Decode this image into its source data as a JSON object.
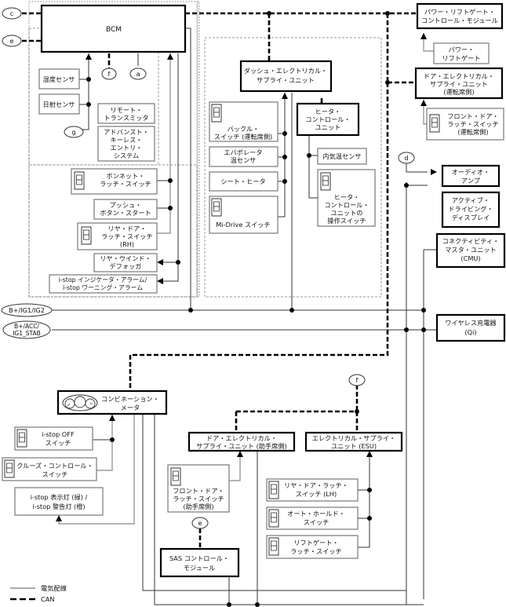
{
  "terminals": {
    "c": "c",
    "e": "e",
    "f": "f",
    "a": "a",
    "g": "g",
    "d": "d",
    "power1": "B+/IG1/IG2",
    "power2_l1": "B+/ACC/",
    "power2_l2": "IG1_STAB"
  },
  "bcm": {
    "label": "BCM"
  },
  "bcm_inputs": {
    "humidity_sensor": "湿度センサ",
    "solar_sensor": "日射センサ",
    "remote_transmitter": [
      "リモート・",
      "トランスミッタ"
    ],
    "advanced_keyless": [
      "アドバンスト・",
      "キーレス・",
      "エントリ・",
      "システム"
    ],
    "bonnet_latch": [
      "ボンネット・",
      "ラッチ・スイッチ"
    ],
    "push_button_start": [
      "プッシュ・",
      "ボタン・スタート"
    ],
    "rear_door_latch_rh": [
      "リヤ・ドア・",
      "ラッチ・スイッチ",
      "(RH)"
    ],
    "rear_defogger": [
      "リヤ・ウインド・",
      "デフォッガ"
    ],
    "istop_alarm": [
      "i-stop インジケータ・アラーム/",
      "i-stop ワーニング・アラーム"
    ]
  },
  "dash_unit": {
    "label": [
      "ダッシュ・エレクトリカル・",
      "サプライ・ユニット"
    ],
    "buckle_switch": [
      "バックル・",
      "スイッチ (運転席側)"
    ],
    "evaporator_sensor": [
      "エバポレータ",
      "温センサ"
    ],
    "seat_heater": "シート・ヒータ",
    "mi_drive": "Mi-Drive スイッチ"
  },
  "heater_unit": {
    "label": [
      "ヒータ・",
      "コントロール・",
      "ユニット"
    ],
    "cabin_temp_sensor": "内気温センサ",
    "operation_switch": [
      "ヒータ・",
      "コントロール・",
      "ユニットの",
      "操作スイッチ"
    ]
  },
  "right_column": {
    "power_liftgate_module": [
      "パワー・リフトゲート・",
      "コントロール・モジュール"
    ],
    "power_liftgate": [
      "パワー・",
      "リフトゲート"
    ],
    "door_esu_driver": [
      "ドア・エレクトリカル・",
      "サプライ・ユニット",
      "(運転席側)"
    ],
    "front_door_latch_driver": [
      "フロント・ドア・",
      "ラッチ・スイッチ",
      "(運転席側)"
    ],
    "audio_amp": [
      "オーディオ・",
      "アンプ"
    ],
    "active_driving_display": [
      "アクティブ・",
      "ドライビング・",
      "ディスプレイ"
    ],
    "cmu": [
      "コネクティビティ・",
      "マスタ・ユニット",
      "(CMU)"
    ],
    "wireless_charger": [
      "ワイヤレス充電器",
      "(Qi)"
    ]
  },
  "meter": {
    "label": [
      "コンビネーション・",
      "メータ"
    ],
    "istop_off": [
      "i-stop OFF",
      "スイッチ"
    ],
    "cruise_switch": [
      "クルーズ・コントロール・",
      "スイッチ"
    ],
    "istop_lamp": [
      "i-stop 表示灯 (緑) /",
      "i-stop 警告灯 (橙)"
    ]
  },
  "passenger": {
    "door_esu_passenger": [
      "ドア・エレクトリカル・",
      "サプライ・ユニット (助手席側)"
    ],
    "front_door_latch_passenger": [
      "フロント・ドア・",
      "ラッチ・スイッチ",
      "(助手席側)"
    ],
    "sas_module": [
      "SAS コントロール・",
      "モジュール"
    ]
  },
  "esu": {
    "label": [
      "エレクトリカル・サプライ・",
      "ユニット (ESU)"
    ],
    "rear_door_latch_lh": [
      "リヤ・ドア・ラッチ・",
      "スイッチ (LH)"
    ],
    "auto_hold": [
      "オート・ホールド・",
      "スイッチ"
    ],
    "liftgate_latch": [
      "リフトゲート・",
      "ラッチ・スイッチ"
    ]
  },
  "switch_icon": {
    "on": "ON",
    "off": "OFF"
  },
  "legend": {
    "wire": "電気配線",
    "can": "CAN"
  }
}
